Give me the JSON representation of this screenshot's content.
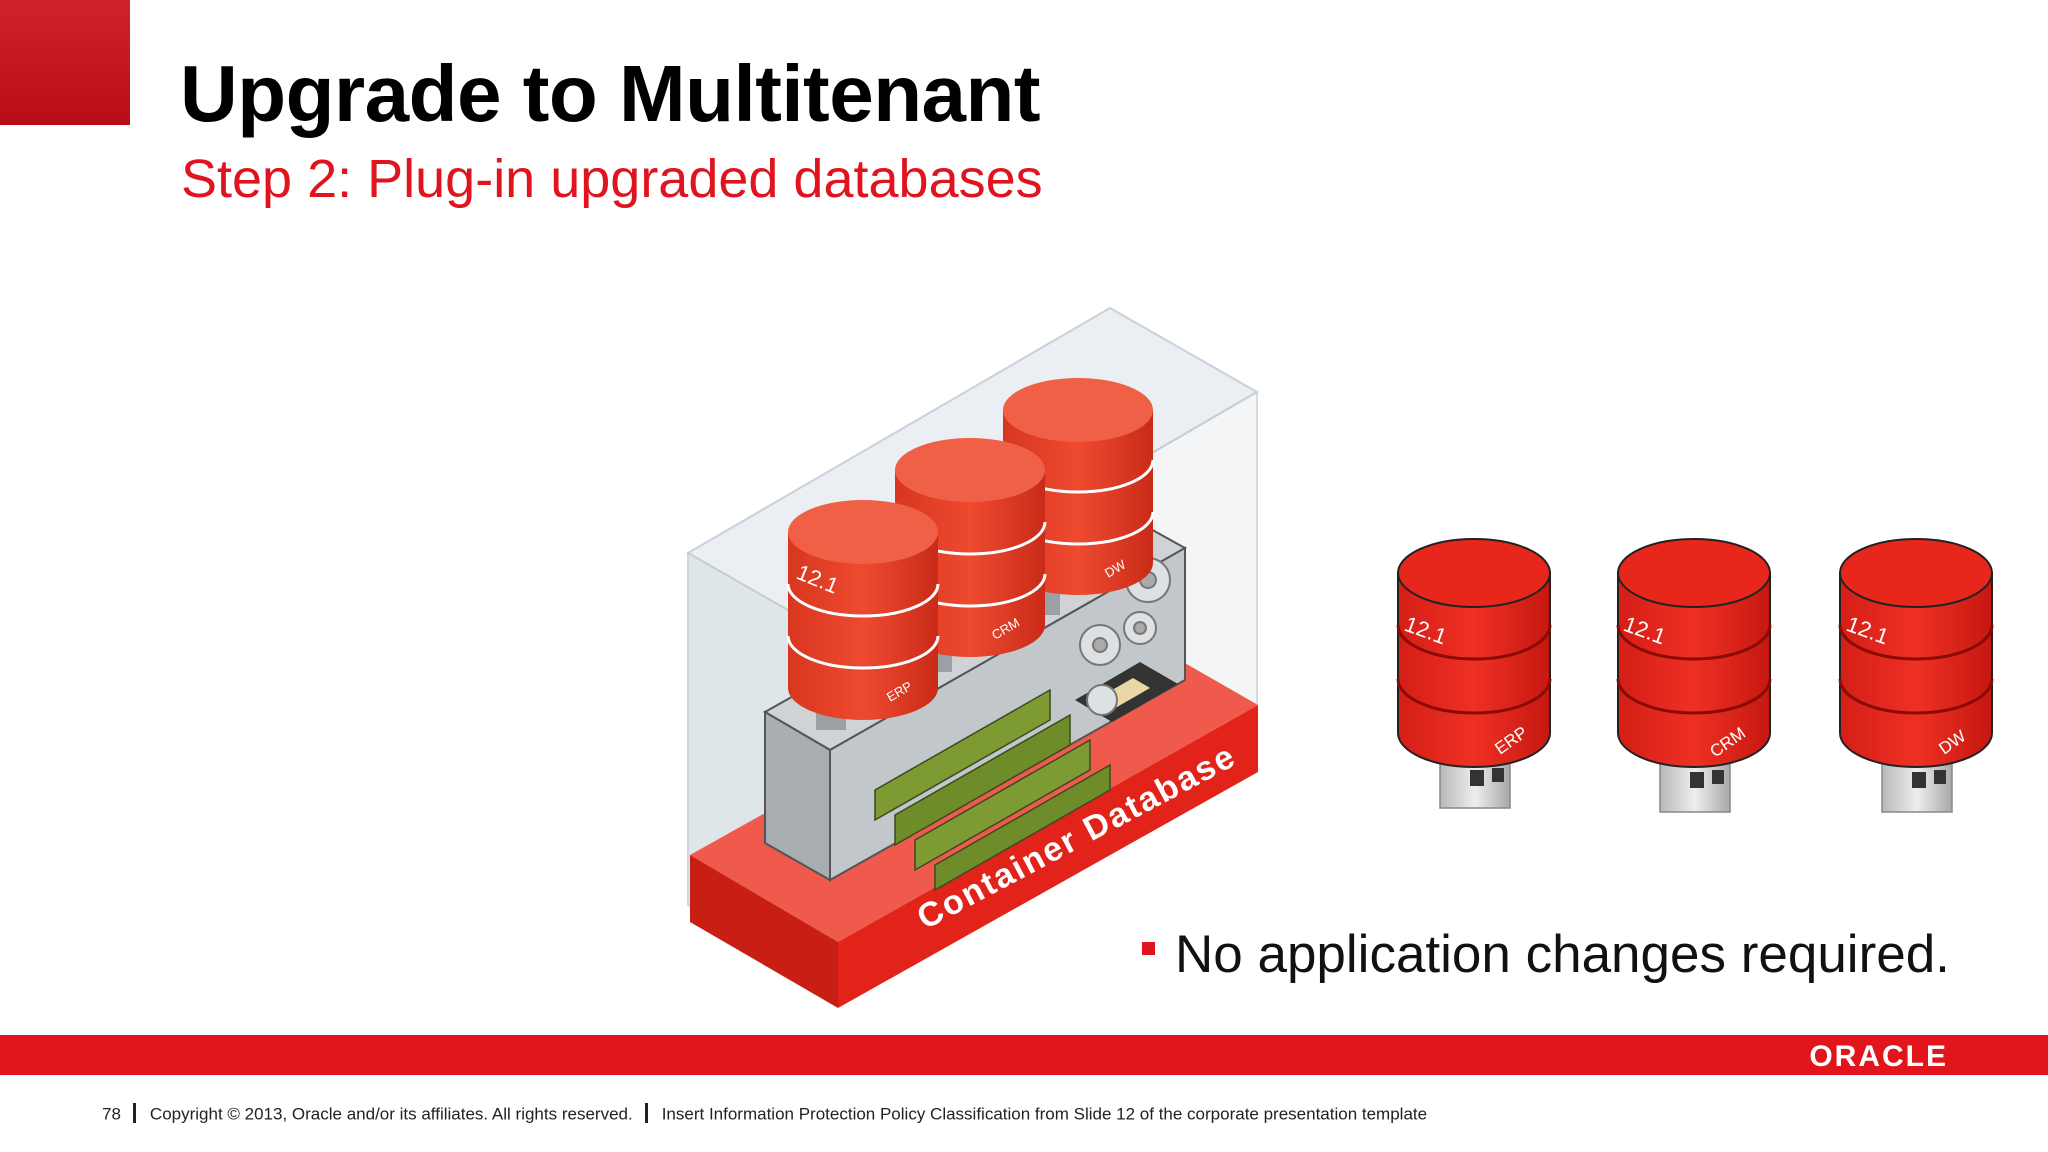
{
  "slide": {
    "title": "Upgrade to Multitenant",
    "subtitle": "Step 2: Plug-in upgraded databases",
    "bullet": "No application changes required."
  },
  "diagram": {
    "container_label": "Container Database",
    "cdb_cylinders": [
      {
        "version": "12.1",
        "name": "ERP"
      },
      {
        "version": "",
        "name": "CRM"
      },
      {
        "version": "",
        "name": "DW"
      }
    ],
    "usb_cylinders": [
      {
        "version": "12.1",
        "name": "ERP"
      },
      {
        "version": "12.1",
        "name": "CRM"
      },
      {
        "version": "12.1",
        "name": "DW"
      }
    ]
  },
  "footer": {
    "page_number": "78",
    "copyright": "Copyright © 2013, Oracle and/or its affiliates. All rights reserved.",
    "classification": "Insert Information Protection Policy Classification from Slide 12 of the corporate presentation template",
    "logo": "ORACLE"
  },
  "colors": {
    "accent_red": "#e2151c",
    "cylinder_red": "#e8442c",
    "usb_red": "#e52a1f"
  }
}
